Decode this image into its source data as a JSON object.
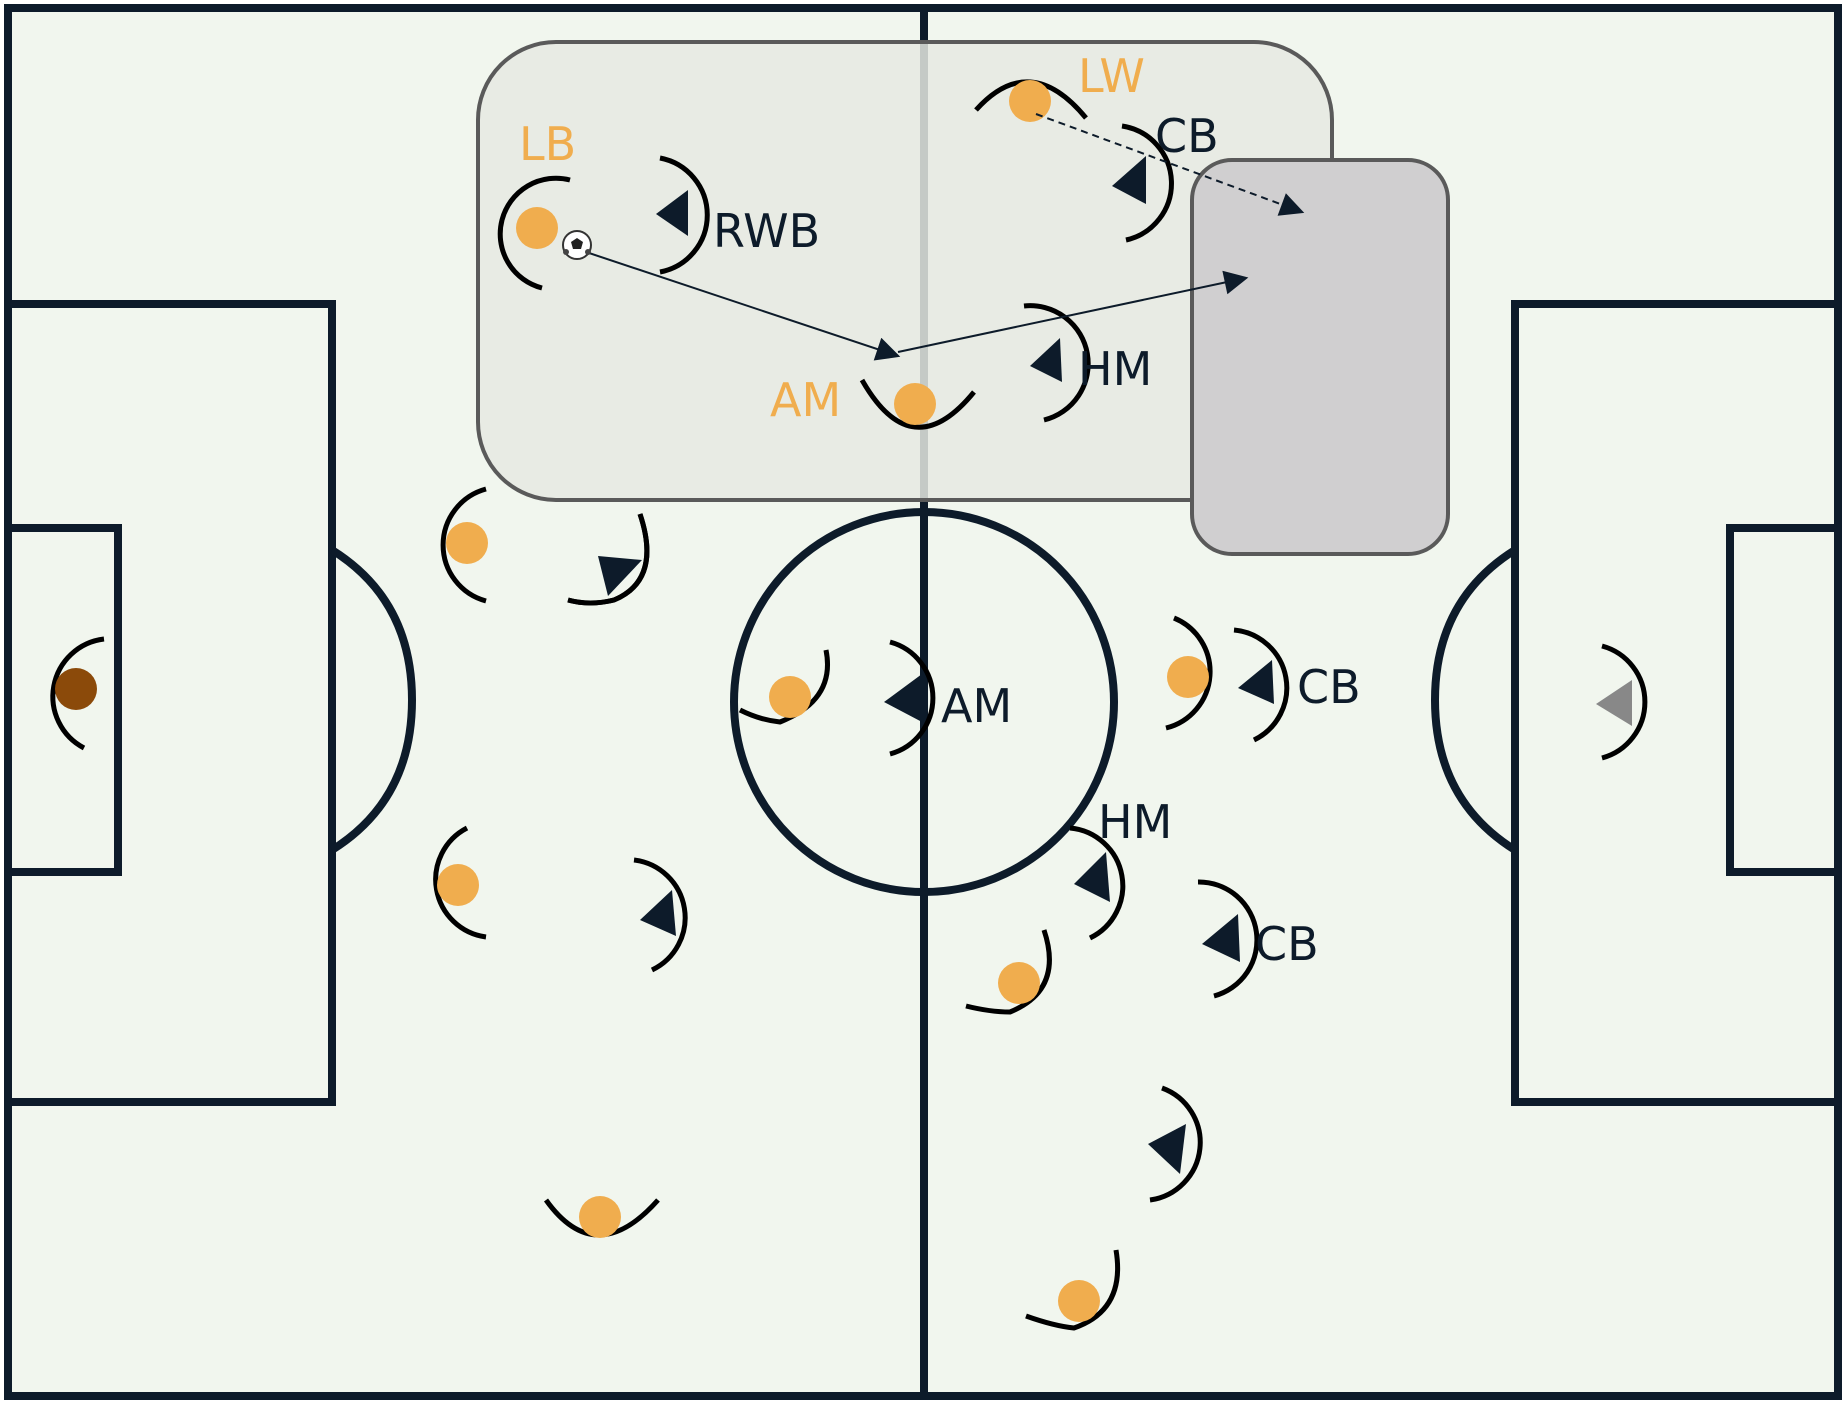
{
  "colors": {
    "pitch": "#f1f6ee",
    "lines": "#0d1b2a",
    "home": "#f0ad4e",
    "away": "#0d1b2a",
    "home_keeper": "#8b4a0a",
    "away_keeper": "#888888",
    "zone_light": "#e6e9e2",
    "zone_dark": "#d0cfd0",
    "zone_stroke": "#5a5a5a"
  },
  "labels": {
    "lb": "LB",
    "lw": "LW",
    "am_home": "AM",
    "rwb": "RWB",
    "cb_top": "CB",
    "hm_top": "HM",
    "am_away": "AM",
    "cb_mid": "CB",
    "hm_mid": "HM",
    "cb_low": "CB"
  },
  "icons": {
    "ball": "soccer-ball-icon",
    "pass": "arrow-icon"
  }
}
